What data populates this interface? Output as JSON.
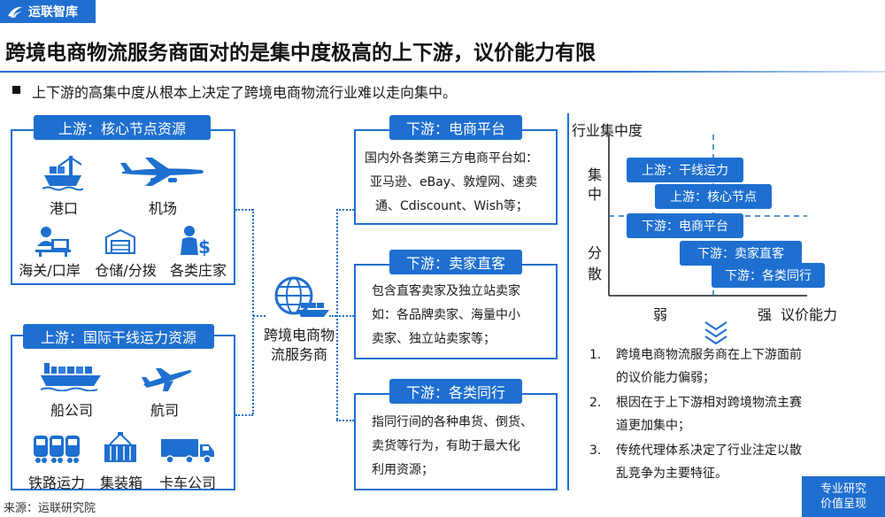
{
  "brand": {
    "logo_text": "运联智库",
    "color": "#1e6fd0"
  },
  "title": "跨境电商物流服务商面对的是集中度极高的上下游，议价能力有限",
  "bullet": "上下游的高集中度从根本上决定了跨境电商物流行业难以走向集中。",
  "upstream_core": {
    "tag": "上游：核心节点资源",
    "items": [
      "港口",
      "机场",
      "海关/口岸",
      "仓储/分拨",
      "各类庄家"
    ]
  },
  "upstream_transport": {
    "tag": "上游：国际干线运力资源",
    "items": [
      "船公司",
      "航司",
      "铁路运力",
      "集装箱",
      "卡车公司"
    ]
  },
  "center": {
    "label_line1": "跨境电商物",
    "label_line2": "流服务商"
  },
  "downstream_platform": {
    "tag": "下游：电商平台",
    "lines": [
      "国内外各类第三方电商平台如：",
      "亚马逊、eBay、敦煌网、速卖",
      "通、Cdiscount、Wish等；"
    ]
  },
  "downstream_seller": {
    "tag": "下游：卖家直客",
    "lines": [
      "包含直客卖家及独立站卖家",
      "如：各品牌卖家、海量中小",
      "卖家、独立站卖家等；"
    ]
  },
  "downstream_peer": {
    "tag": "下游：各类同行",
    "lines": [
      "指同行间的各种串货、倒货、",
      "卖货等行为，有助于最大化",
      "利用资源；"
    ]
  },
  "chart": {
    "ylabel": "行业集中度",
    "y_high": [
      "集",
      "中"
    ],
    "y_low": [
      "分",
      "散"
    ],
    "x_weak": "弱",
    "x_strong": "强",
    "xlabel": "议价能力",
    "bars": [
      "上游：干线运力",
      "上游：核心节点",
      "下游：电商平台",
      "下游：卖家直客",
      "下游：各类同行"
    ]
  },
  "conclusions": [
    {
      "n": "1.",
      "lines": [
        "跨境电商物流服务商在上下游面前",
        "的议价能力偏弱；"
      ]
    },
    {
      "n": "2.",
      "lines": [
        "根因在于上下游相对跨境物流主赛",
        "道更加集中；"
      ]
    },
    {
      "n": "3.",
      "lines": [
        "传统代理体系决定了行业注定以散",
        "乱竞争为主要特征。"
      ]
    }
  ],
  "source": "来源：运联研究院",
  "badge": {
    "line1": "专业研究",
    "line2": "价值呈现"
  }
}
